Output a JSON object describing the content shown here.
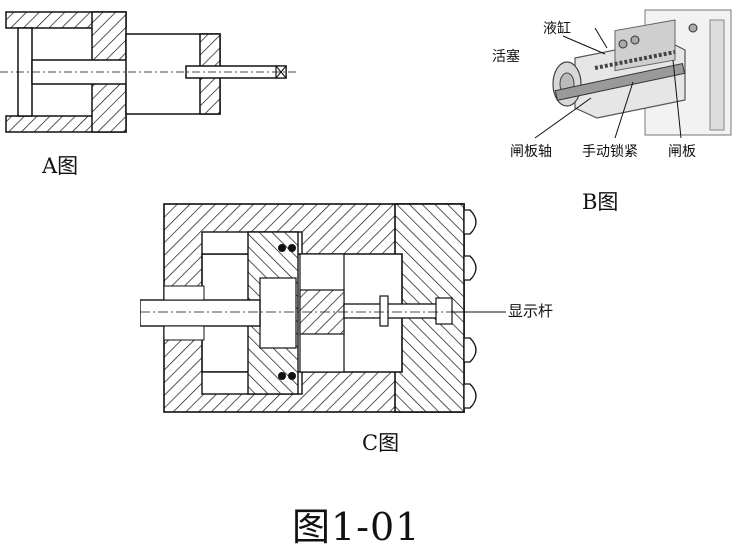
{
  "figure": {
    "main_caption": "图1-01",
    "panel_a_label": "A图",
    "panel_b_label": "B图",
    "panel_c_label": "C图"
  },
  "panel_b": {
    "cylinder_label": "液缸",
    "piston_label": "活塞",
    "shaft_label": "闸板轴",
    "lock_label": "手动锁紧",
    "ram_label": "闸板"
  },
  "panel_c": {
    "indicator_label": "显示杆"
  },
  "colors": {
    "line": "#111111",
    "paper": "#ffffff",
    "shade": "#8a8a8a"
  }
}
